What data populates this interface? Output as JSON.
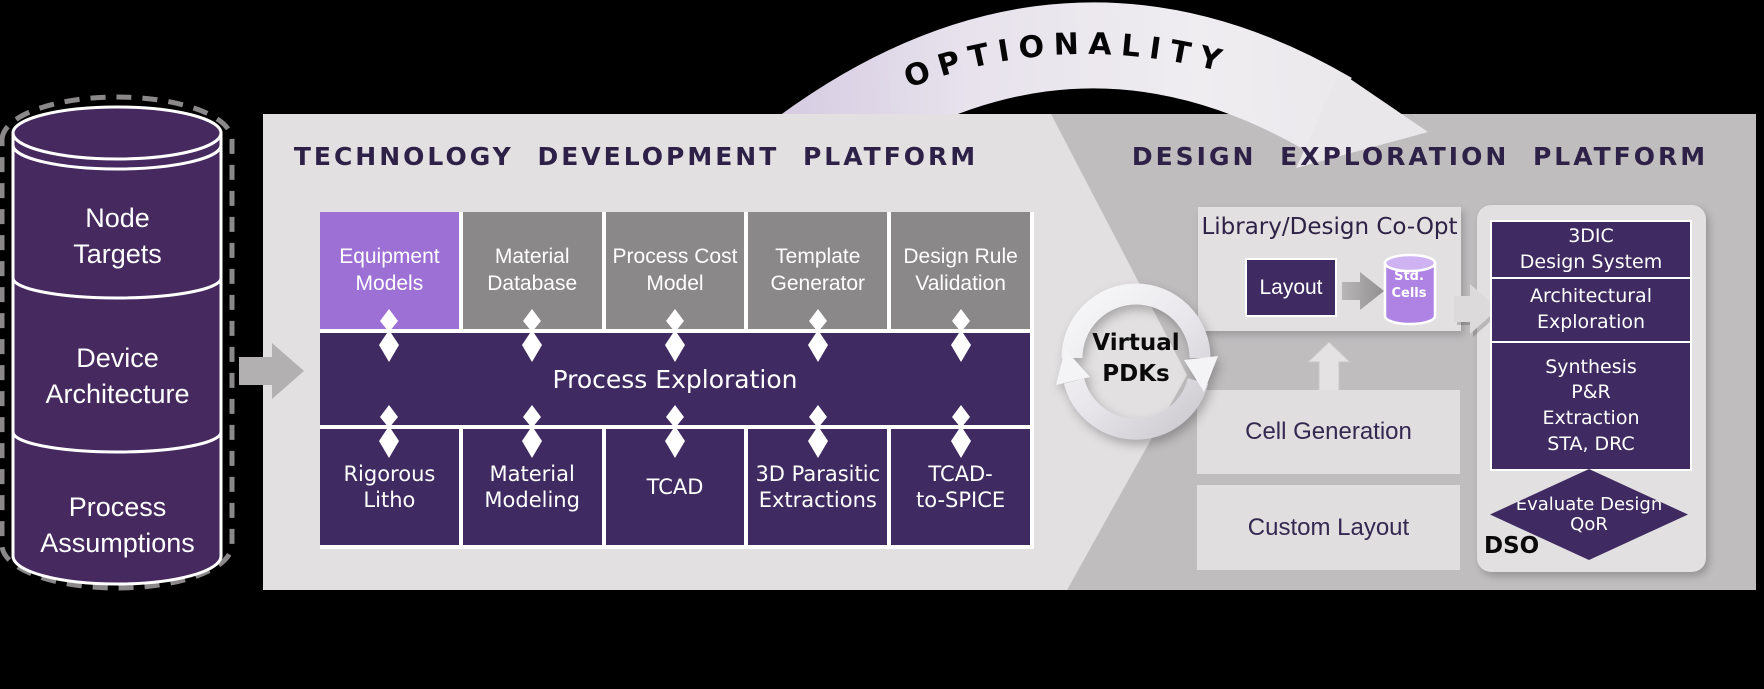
{
  "optionality_label": "OPTIONALITY",
  "source_cylinder": {
    "sections": [
      "Node\nTargets",
      "Device\nArchitecture",
      "Process\nAssumptions"
    ]
  },
  "tdp": {
    "title": "TECHNOLOGY DEVELOPMENT PLATFORM",
    "top_row": [
      "Equipment\nModels",
      "Material\nDatabase",
      "Process Cost\nModel",
      "Template\nGenerator",
      "Design Rule\nValidation"
    ],
    "band": "Process Exploration",
    "bottom_row": [
      "Rigorous\nLitho",
      "Material\nModeling",
      "TCAD",
      "3D Parasitic\nExtractions",
      "TCAD-\nto-SPICE"
    ]
  },
  "hub": {
    "label": "Virtual\nPDKs"
  },
  "dep": {
    "title": "DESIGN EXPLORATION PLATFORM",
    "co_opt": {
      "label": "Library/Design Co-Opt",
      "layout": "Layout",
      "std_cells": "Std.\nCells"
    },
    "cell_generation": "Cell Generation",
    "custom_layout": "Custom Layout",
    "dso": {
      "stack": [
        "3DIC\nDesign System",
        "Architectural\nExploration",
        "Synthesis\nP&R\nExtraction\nSTA, DRC"
      ],
      "diamond": "Evaluate Design\nQoR",
      "label": "DSO"
    }
  },
  "colors": {
    "dark_purple": "#3f2a61",
    "light_purple": "#9d70d5",
    "std_cells_purple": "#ae83e3",
    "box_gray": "#8a8889",
    "panel_light": "#e2e0e1",
    "panel_dark": "#bfbdbe",
    "title_purple": "#2e2147",
    "background": "#000000",
    "text_white": "#ffffff"
  }
}
